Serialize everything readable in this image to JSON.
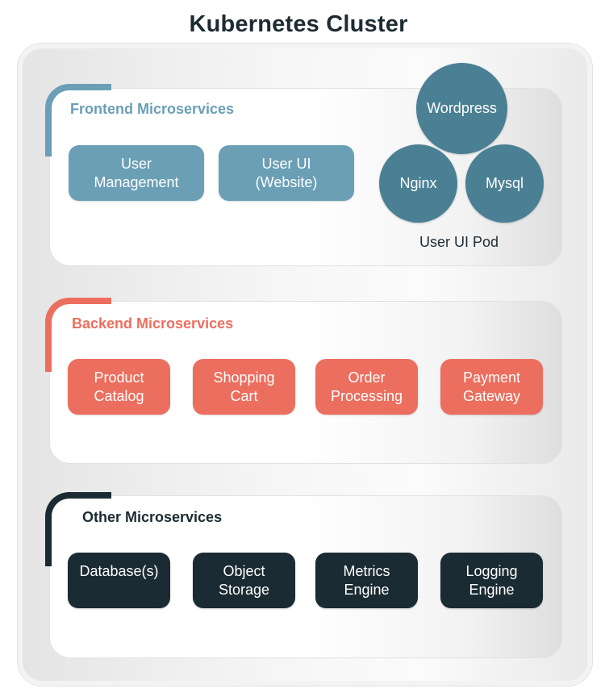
{
  "title": "Kubernetes Cluster",
  "frontend": {
    "label": "Frontend Microservices",
    "accent_color": "#6a9fb6",
    "services": [
      {
        "line1": "User",
        "line2": "Management"
      },
      {
        "line1": "User UI",
        "line2": "(Website)"
      }
    ],
    "pod": {
      "label": "User UI Pod",
      "color": "#4b8094",
      "containers": [
        "Wordpress",
        "Nginx",
        "Mysql"
      ]
    }
  },
  "backend": {
    "label": "Backend Microservices",
    "accent_color": "#ec6e5e",
    "services": [
      {
        "line1": "Product",
        "line2": "Catalog"
      },
      {
        "line1": "Shopping",
        "line2": "Cart"
      },
      {
        "line1": "Order",
        "line2": "Processing"
      },
      {
        "line1": "Payment",
        "line2": "Gateway"
      }
    ]
  },
  "other": {
    "label": "Other Microservices",
    "accent_color": "#1b2b33",
    "services": [
      {
        "line1": "Database(s)",
        "line2": ""
      },
      {
        "line1": "Object",
        "line2": "Storage"
      },
      {
        "line1": "Metrics",
        "line2": "Engine"
      },
      {
        "line1": "Logging",
        "line2": "Engine"
      }
    ]
  }
}
